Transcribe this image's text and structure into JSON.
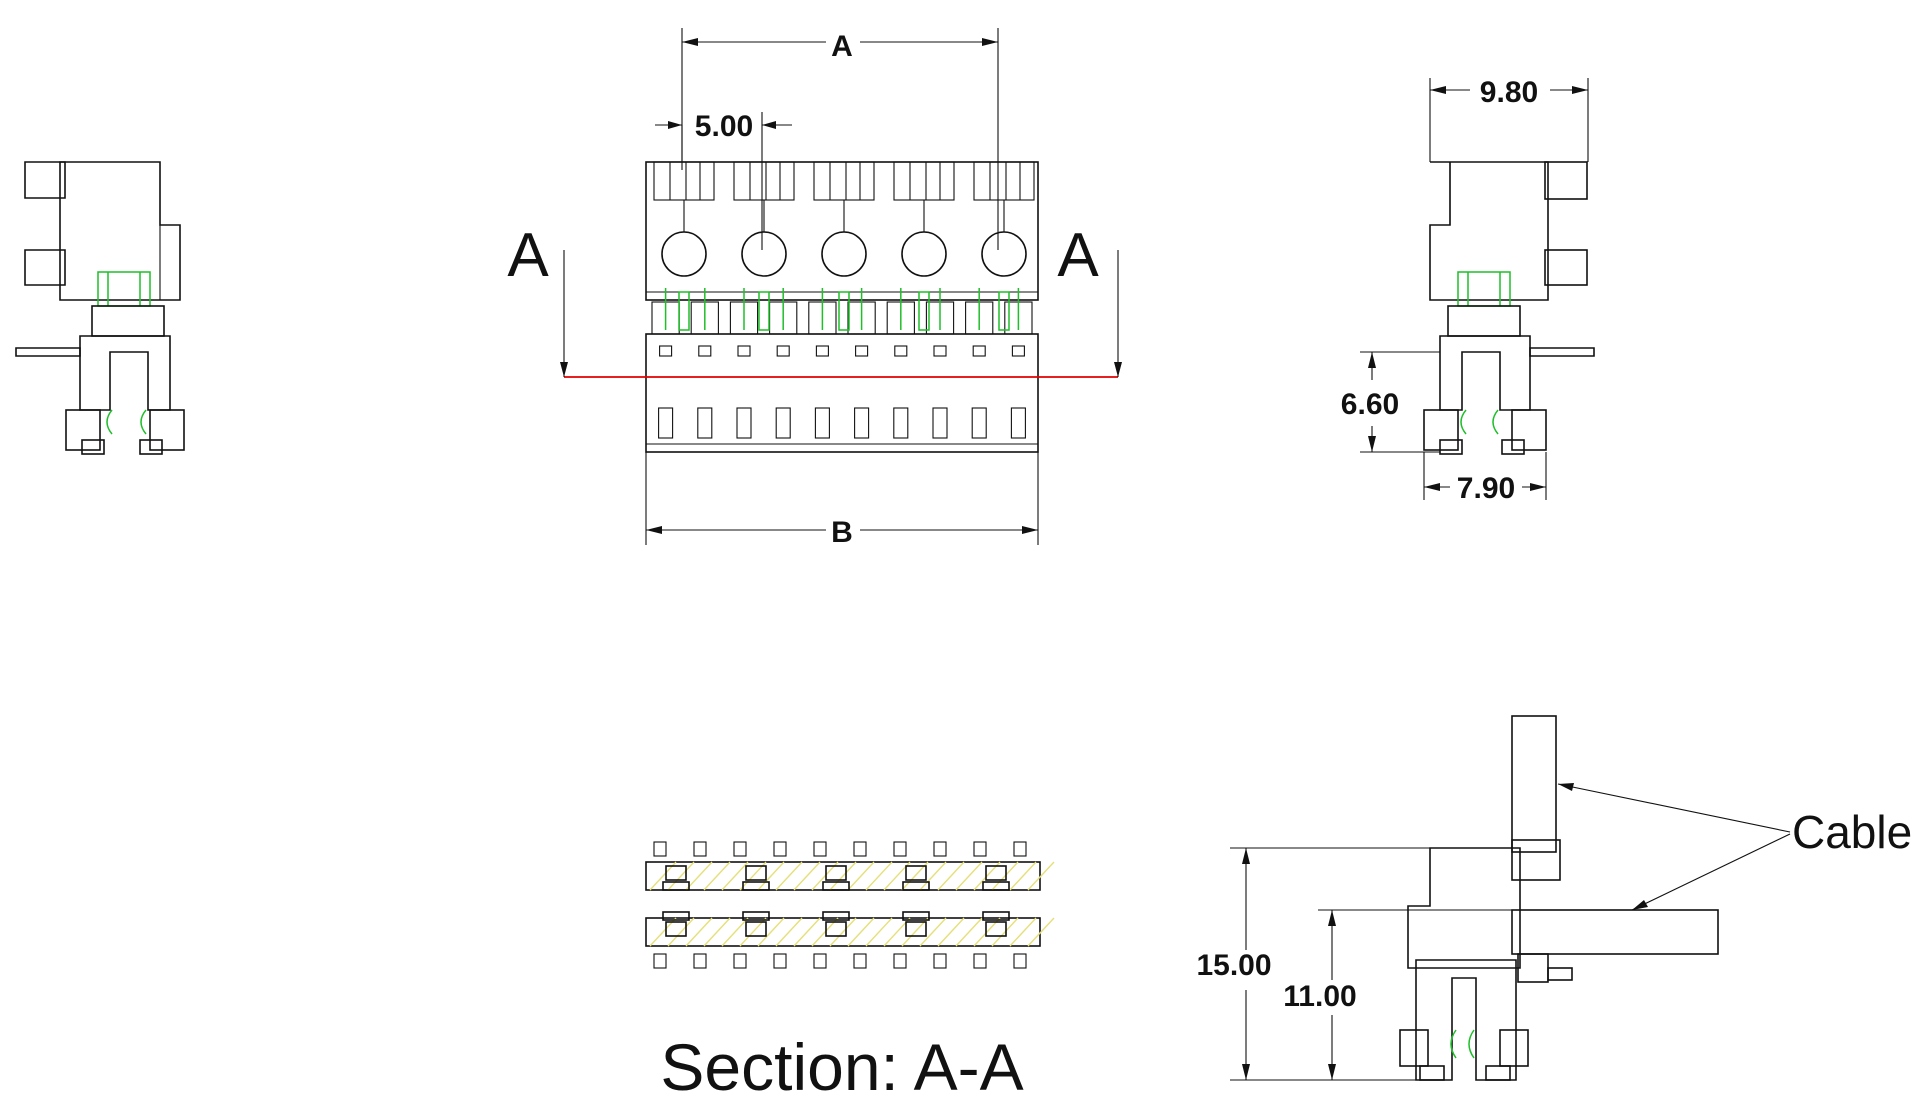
{
  "dimensions": {
    "width_a": "A",
    "width_b": "B",
    "pitch": "5.00",
    "side_depth": "9.80",
    "side_height": "6.60",
    "side_base": "7.90",
    "total_height": "15.00",
    "cable_height": "11.00"
  },
  "section_markers": {
    "left": "A",
    "right": "A"
  },
  "labels": {
    "section_caption": "Section: A-A",
    "cable": "Cable"
  },
  "colors": {
    "line": "#111111",
    "section_line": "#e00000",
    "contact_highlight": "#1fbf2a",
    "hatch": "#e6e07a"
  },
  "counts": {
    "cable_entries": 5,
    "pins": 10
  }
}
